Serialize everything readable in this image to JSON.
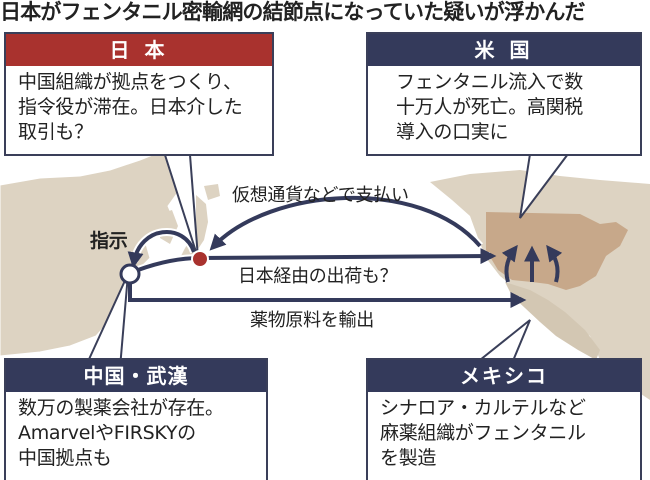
{
  "headline": "日本がフェンタニル密輸網の結節点になっていた疑いが浮かんだ",
  "boxes": {
    "japan": {
      "title": "日 本",
      "lines": [
        "中国組織が拠点をつくり、",
        "指令役が滞在。日本介した",
        "取引も？"
      ]
    },
    "usa": {
      "title": "米 国",
      "lines": [
        "フェンタニル流入で数",
        "十万人が死亡。高関税",
        "導入の口実に"
      ]
    },
    "china": {
      "title": "中国・武漢",
      "lines": [
        "数万の製薬会社が存在。",
        "AmarvelやFIRSKYの",
        "中国拠点も"
      ]
    },
    "mexico": {
      "title": "メキシコ",
      "lines": [
        "シナロア・カルテルなど",
        "麻薬組織がフェンタニル",
        "を製造"
      ]
    }
  },
  "flows": {
    "payment": "仮想通貨などで支払い",
    "shipment": "日本経由の出荷も？",
    "export": "薬物原料を輸出",
    "command": "指示"
  },
  "colors": {
    "navy": "#343a5b",
    "red": "#a9322e",
    "land": "#ddd3c2",
    "usa_land": "#c7a88a"
  }
}
